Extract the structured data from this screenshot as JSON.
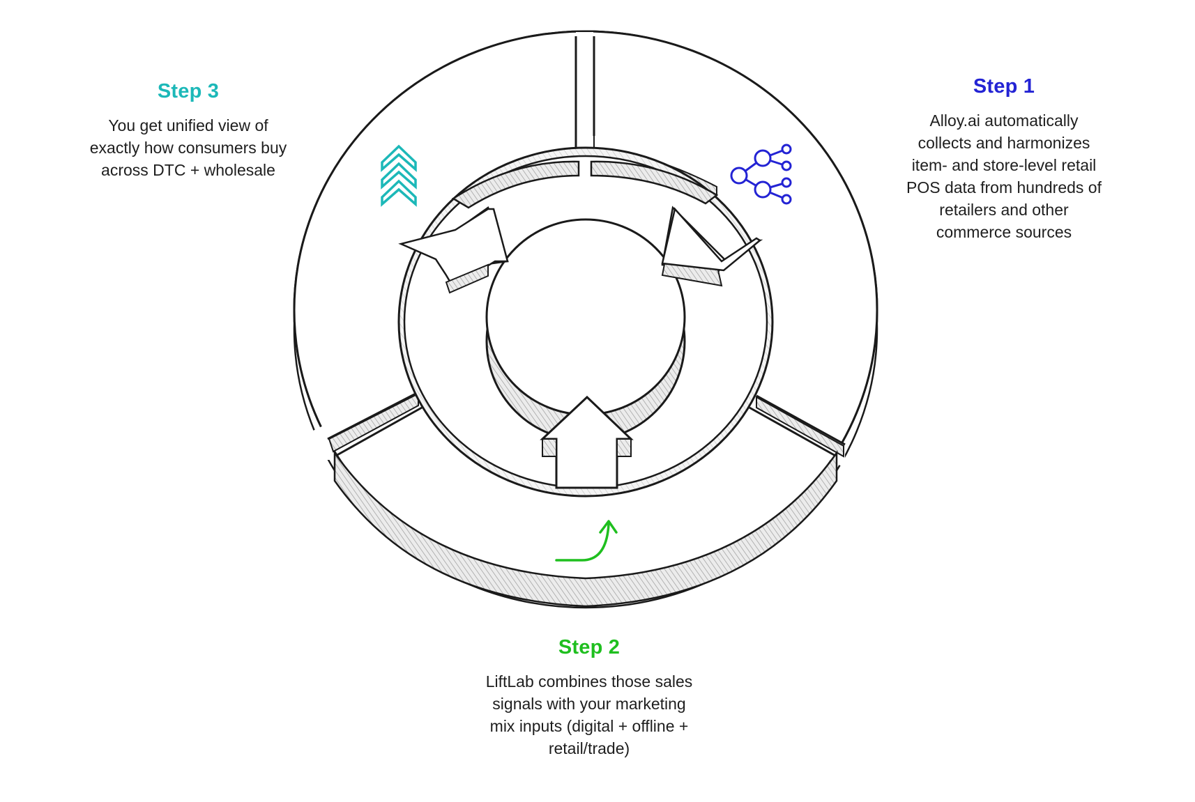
{
  "colors": {
    "step1": "#2323d4",
    "step2": "#1fbf1f",
    "step3": "#1cb8b8",
    "outline": "#1a1a1a",
    "hatch": "#9a9a9a"
  },
  "steps": {
    "step1": {
      "title": "Step 1",
      "desc_lines": [
        "Alloy.ai automatically",
        "collects and harmonizes",
        "item- and store-level retail",
        "POS data from hundreds of",
        "retailers and other",
        "commerce sources"
      ],
      "icon": "network-icon"
    },
    "step2": {
      "title": "Step 2",
      "desc_lines": [
        "LiftLab combines those sales",
        "signals with your marketing",
        "mix inputs (digital + offline +",
        "retail/trade)"
      ],
      "icon": "curved-arrow-up-icon"
    },
    "step3": {
      "title": "Step 3",
      "desc_lines": [
        "You get unified view of",
        "exactly how consumers buy",
        "across DTC + wholesale"
      ],
      "icon": "triple-chevron-up-icon"
    }
  }
}
